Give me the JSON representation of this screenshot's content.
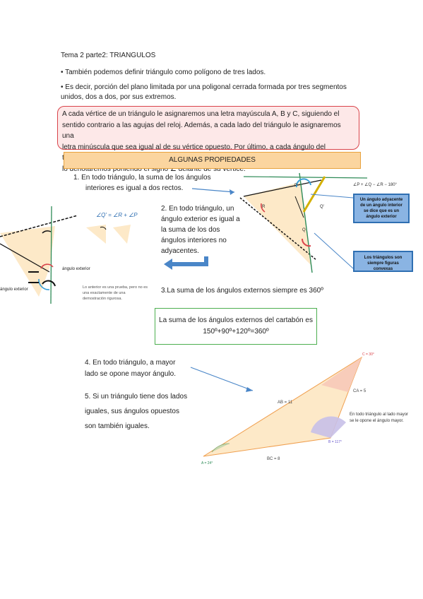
{
  "header": {
    "title": "Tema 2 parte2: TRIANGULOS"
  },
  "bullets": [
    "• También podemos definir triángulo como polígono de tres lados.",
    "• Es decir, porción del plano limitada por una poligonal cerrada formada por tres segmentos",
    "unidos, dos a dos, por sus extremos."
  ],
  "highlight": {
    "lines": [
      "A cada vértice de un triángulo le asignaremos una letra mayúscula A, B y C, siguiendo el",
      "sentido contrario a las agujas del reloj. Además, a cada lado del triángulo le asignaremos una",
      "letra minúscula que sea igual al de su vértice opuesto. Por último, a cada ángulo del triángulo",
      "lo denotaremos poniendo el signo ∠ delante de su vértice."
    ]
  },
  "section_title": "ALGUNAS PROPIEDADES",
  "properties": {
    "p1": [
      "1.    En todo triángulo, la suma de los ángulos",
      "interiores es igual a dos rectos."
    ],
    "p2": [
      "2. En todo triángulo, un",
      "ángulo exterior es igual a",
      "la suma de los dos",
      "ángulos interiores no",
      "adyacentes."
    ],
    "p3": "3.La suma de los ángulos externos siempre es 360º",
    "p4": [
      "4. En todo triángulo, a mayor",
      "lado se opone mayor ángulo."
    ],
    "p5": [
      "5. Si un triángulo tiene dos lados",
      "iguales, sus ángulos opuestos",
      "son también iguales."
    ]
  },
  "green_box": [
    "La suma de los ángulos externos del cartabón es",
    "150º+90º+120º=360º"
  ],
  "callouts": {
    "adjacent": [
      "Un ángulo adyacente",
      "de un ángulo interior",
      "se dice que es un",
      "ángulo exterior"
    ],
    "convex": [
      "Los triángulos son",
      "siempre figuras",
      "convexas"
    ]
  },
  "figure_labels": {
    "top_formula": "∠P + ∠Q − ∠R − 180°",
    "exterior_formula": "∠Q' = ∠R + ∠P",
    "angulo_exterior_a": "ángulo exterior",
    "angulo_exterior_b": "ángulo exterior",
    "small_note": [
      "Lo anterior es una prueba, pero no es",
      "una        exactamente        de        una",
      "demostración rigurosa."
    ],
    "big_note": [
      "En todo triángulo al lado mayor",
      "se le opone el ángulo mayor."
    ],
    "side_ab": "AB = 11",
    "side_ca": "CA = 5",
    "side_bc": "BC = 8",
    "vertex_a": "A",
    "vertex_c": "C",
    "vertex_b": "B",
    "angle_a": "A = 24°",
    "angle_c": "C = 30°",
    "angle_b": "B = 117°",
    "P": "P",
    "Q": "Q",
    "R": "R",
    "Q2": "Q'"
  },
  "colors": {
    "red": "#d9434a",
    "pink": "#fde8e8",
    "yellow": "#fbd59f",
    "green": "#4caf50",
    "blue": "#4a86c8",
    "triangle_fill": "#fde9c8"
  }
}
